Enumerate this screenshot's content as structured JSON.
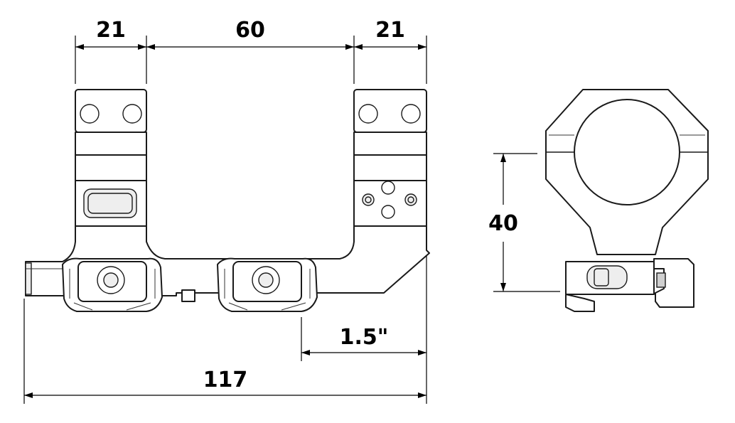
{
  "dimensions": {
    "left_ring_width": "21",
    "ring_spacing": "60",
    "right_ring_width": "21",
    "ring_height": "40",
    "offset": "1.5\"",
    "overall_length": "117"
  },
  "colors": {
    "line": "#1a1a1a",
    "background": "#ffffff"
  }
}
